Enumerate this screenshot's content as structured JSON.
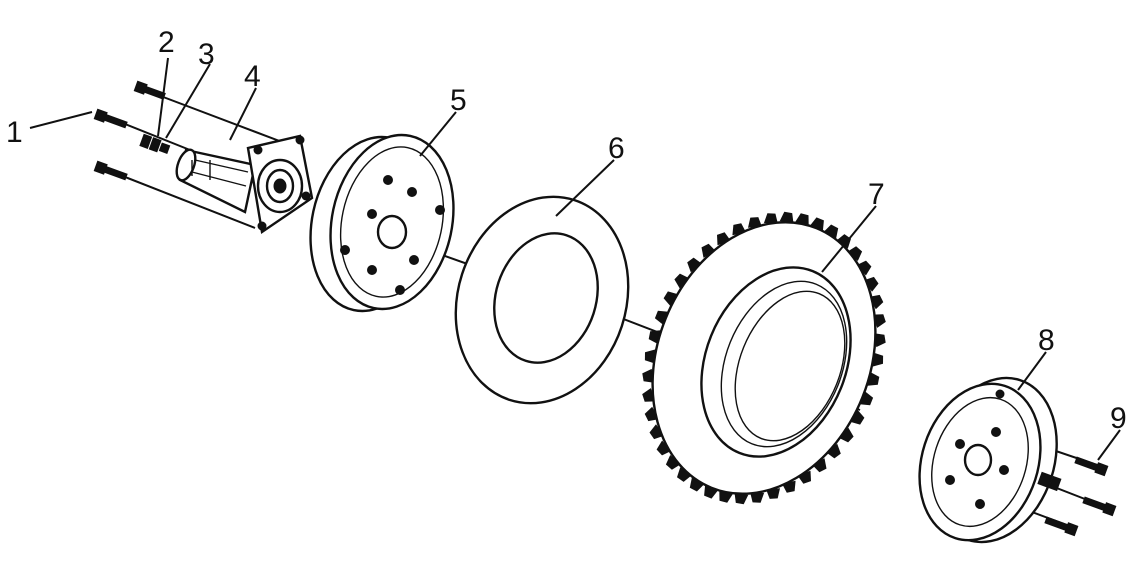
{
  "diagram": {
    "callouts": [
      {
        "id": "1",
        "part": "bolt"
      },
      {
        "id": "2",
        "part": "nut"
      },
      {
        "id": "3",
        "part": "washer"
      },
      {
        "id": "4",
        "part": "hub-shaft"
      },
      {
        "id": "5",
        "part": "inner-rim"
      },
      {
        "id": "6",
        "part": "tube-flap"
      },
      {
        "id": "7",
        "part": "tire"
      },
      {
        "id": "8",
        "part": "outer-rim"
      },
      {
        "id": "9",
        "part": "bolt"
      }
    ]
  }
}
